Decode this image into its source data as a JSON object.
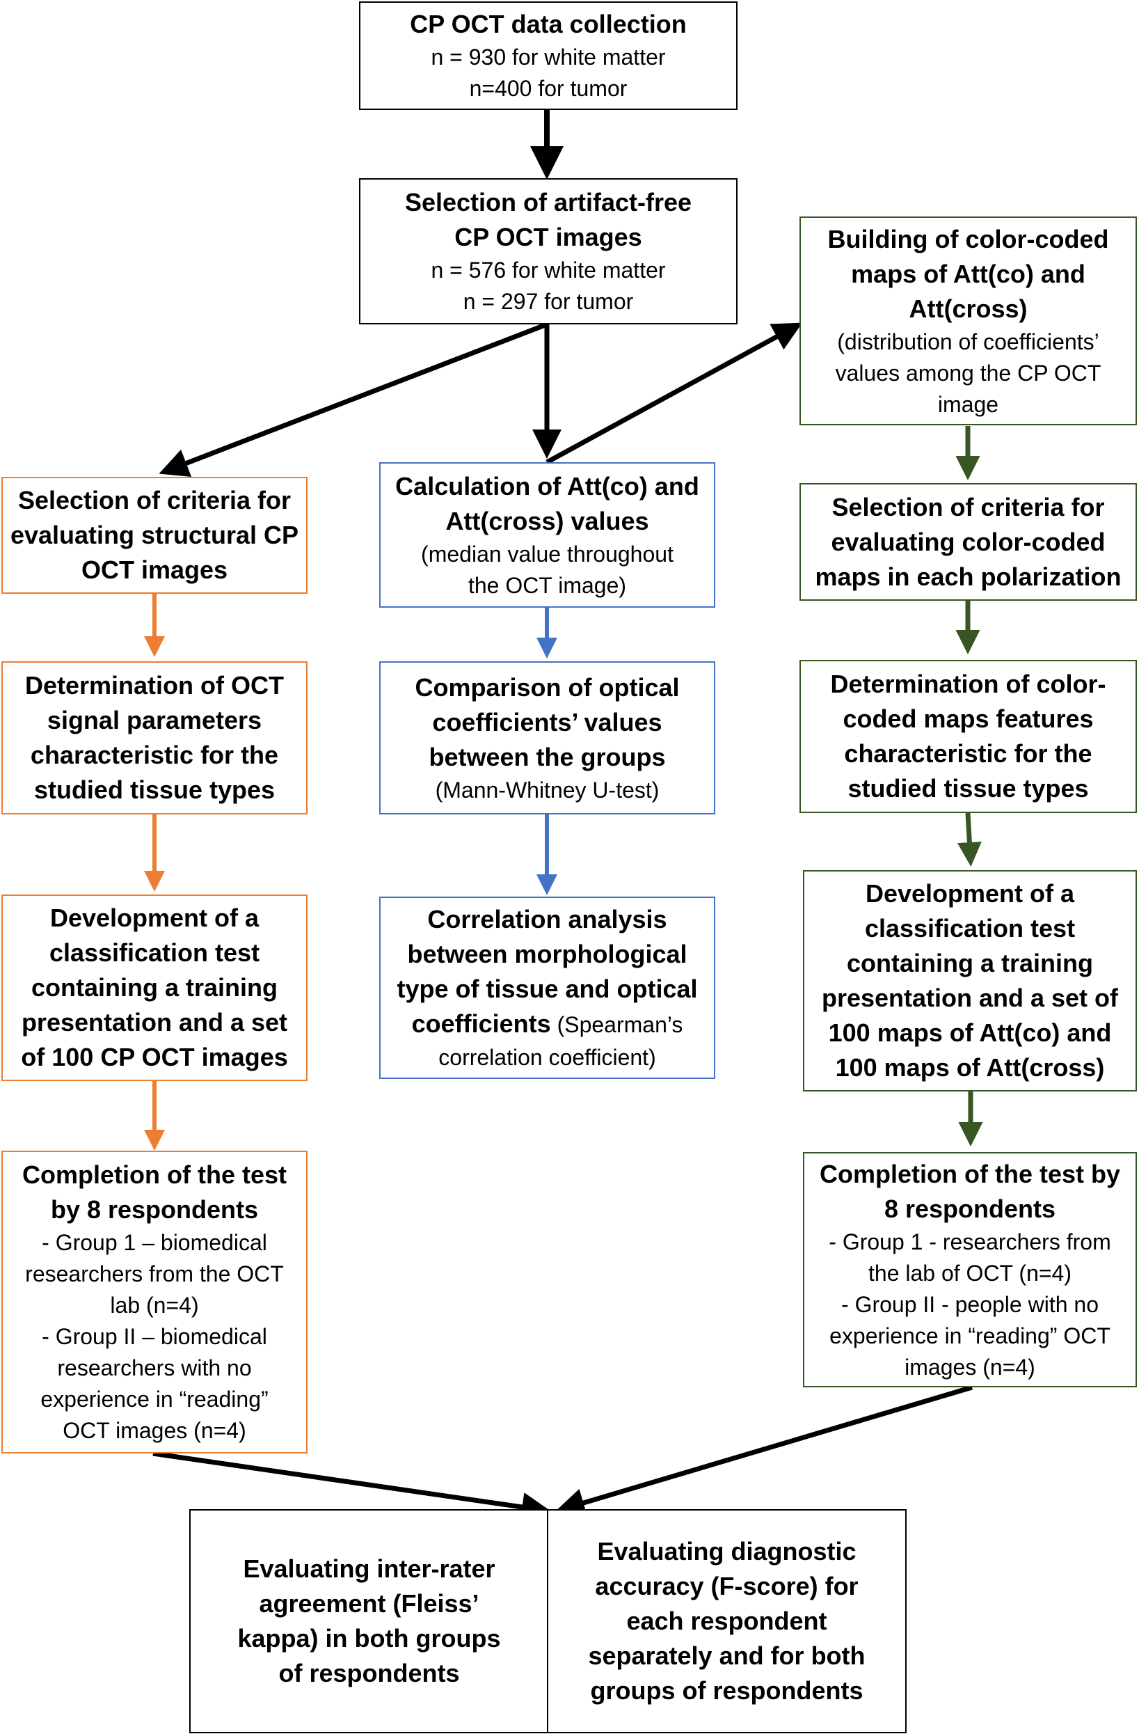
{
  "boxes": {
    "collection": {
      "title": "CP OCT data collection",
      "lines": [
        "n = 930 for white matter",
        "n=400 for tumor"
      ]
    },
    "selection": {
      "title": [
        "Selection of artifact-free",
        "CP OCT images"
      ],
      "lines": [
        "n = 576 for white matter",
        "n = 297 for tumor"
      ]
    },
    "building": {
      "title": [
        "Building of color-coded",
        "maps of Att(co) and",
        "Att(cross)"
      ],
      "lines": [
        "(distribution of coefficients’",
        "values among the CP OCT",
        "image"
      ]
    },
    "orange_criteria": {
      "title": [
        "Selection of criteria for",
        "evaluating structural CP",
        "OCT images"
      ]
    },
    "blue_calc": {
      "title": [
        "Calculation of Att(co) and",
        "Att(cross) values"
      ],
      "lines": [
        "(median value throughout",
        "the OCT image)"
      ]
    },
    "green_criteria": {
      "title": [
        "Selection of criteria for",
        "evaluating color-coded",
        "maps in each polarization"
      ]
    },
    "orange_determination": {
      "title": [
        "Determination of OCT",
        "signal parameters",
        "characteristic for the",
        "studied tissue types"
      ]
    },
    "blue_comparison": {
      "title": [
        "Comparison of optical",
        "coefficients’ values",
        "between the groups"
      ],
      "lines": [
        "(Mann-Whitney U-test)"
      ]
    },
    "green_determination": {
      "title": [
        "Determination of color-",
        "coded maps features",
        "characteristic for the",
        "studied tissue types"
      ]
    },
    "orange_development": {
      "title": [
        "Development of a",
        "classification test",
        "containing a training",
        "presentation and a set",
        "of 100 CP OCT images"
      ]
    },
    "blue_correlation": {
      "title": [
        "Correlation analysis",
        "between morphological",
        "type of tissue and optical"
      ],
      "last_bold": "coefficients",
      "last_normal": " (Spearman’s",
      "lines": [
        "correlation coefficient)"
      ]
    },
    "green_development": {
      "title": [
        "Development of a",
        "classification  test",
        "containing a training",
        "presentation and a set of",
        "100 maps of Att(co) and",
        "100 maps of Att(cross)"
      ]
    },
    "orange_completion": {
      "title": [
        "Completion of the test",
        "by 8 respondents"
      ],
      "lines": [
        "- Group 1 – biomedical",
        "researchers from the OCT",
        "lab (n=4)",
        "- Group II – biomedical",
        "researchers with no",
        "experience in “reading”",
        "OCT images (n=4)"
      ]
    },
    "green_completion": {
      "title": [
        "Completion of the test by",
        "8 respondents"
      ],
      "lines": [
        "- Group 1 - researchers from",
        "the lab of OCT (n=4)",
        "- Group II - people with no",
        "experience in “reading” OCT",
        "images (n=4)"
      ]
    },
    "kappa": {
      "title": [
        "Evaluating inter-rater",
        "agreement (Fleiss’",
        "kappa) in both groups",
        "of respondents"
      ]
    },
    "fscore": {
      "title": [
        "Evaluating diagnostic",
        "accuracy (F-score) for",
        "each respondent",
        "separately and for both",
        "groups of respondents"
      ]
    }
  },
  "colors": {
    "black": "#000000",
    "orange": "#ED7D31",
    "blue": "#4472C4",
    "green": "#375623"
  }
}
